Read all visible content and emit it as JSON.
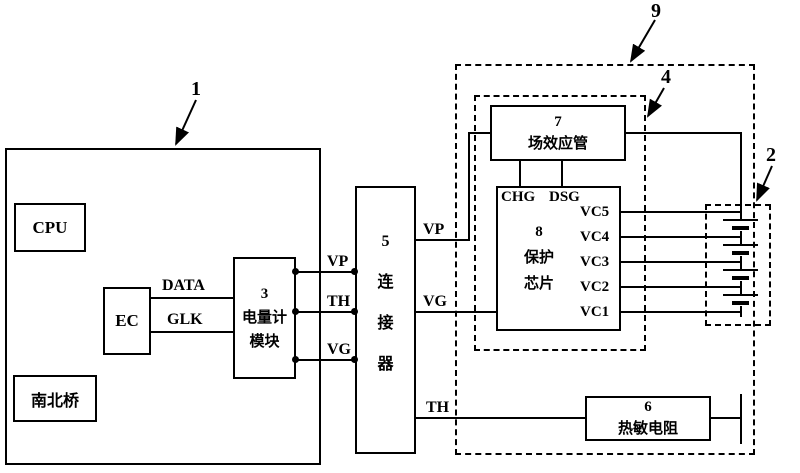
{
  "colors": {
    "ink": "#000000",
    "paper": "#ffffff"
  },
  "refs": {
    "board": "1",
    "cells": "2",
    "protection": "4",
    "pack": "9"
  },
  "board": {
    "cpu": "CPU",
    "ec": "EC",
    "bridge": "南北桥",
    "gauge": {
      "num": "3",
      "name1": "电量计",
      "name2": "模块"
    },
    "bus": {
      "data": "DATA",
      "clk": "GLK"
    },
    "pins": {
      "vp": "VP",
      "th": "TH",
      "vg": "VG"
    }
  },
  "connector": {
    "num": "5",
    "c0": "连",
    "c1": "接",
    "c2": "器"
  },
  "pack": {
    "pins": {
      "vp": "VP",
      "vg": "VG",
      "th": "TH"
    },
    "fet": {
      "num": "7",
      "name": "场效应管"
    },
    "chip": {
      "chg": "CHG",
      "dsg": "DSG",
      "num": "8",
      "name1": "保护",
      "name2": "芯片",
      "vc5": "VC5",
      "vc4": "VC4",
      "vc3": "VC3",
      "vc2": "VC2",
      "vc1": "VC1"
    },
    "thermistor": {
      "num": "6",
      "name": "热敏电阻"
    }
  }
}
